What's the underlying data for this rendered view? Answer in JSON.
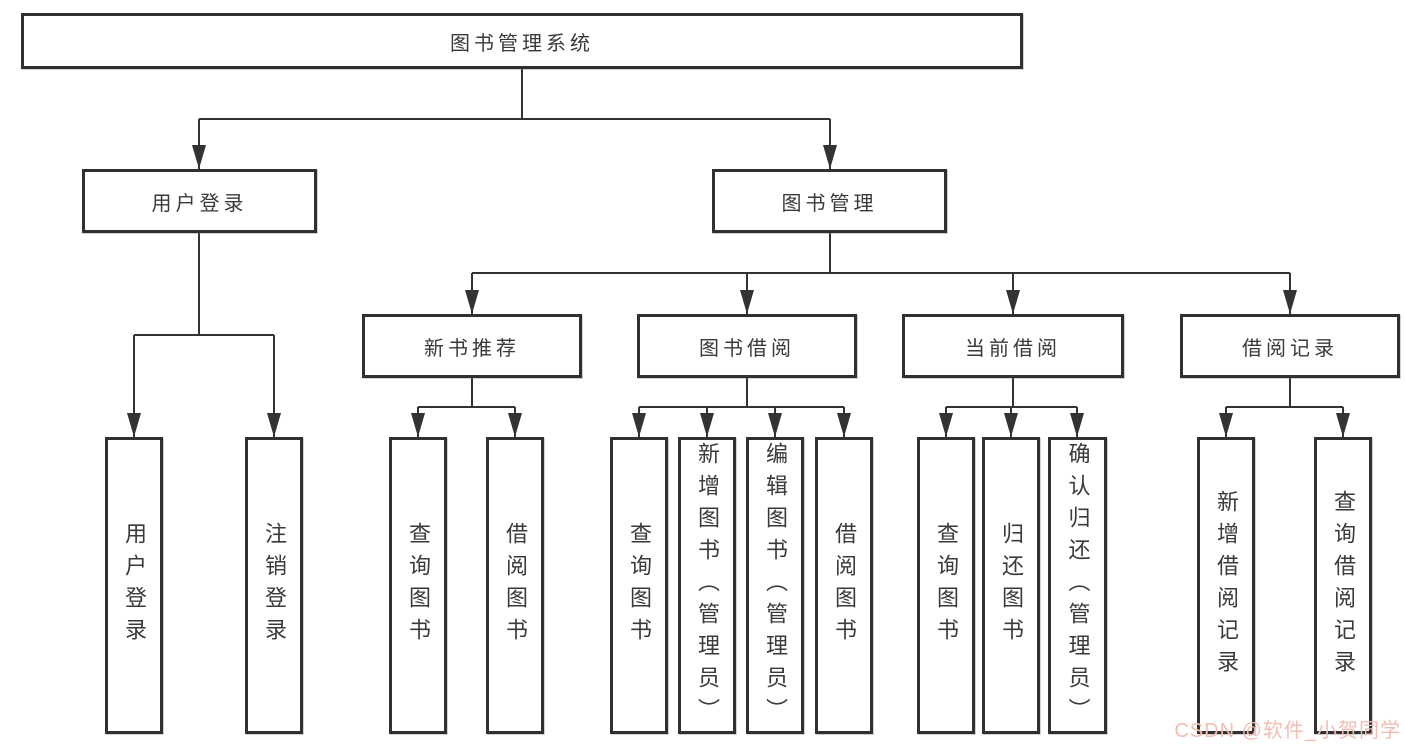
{
  "nodes": {
    "root": "图书管理系统",
    "l2": [
      "用户登录",
      "图书管理"
    ],
    "l3": [
      "新书推荐",
      "图书借阅",
      "当前借阅",
      "借阅记录"
    ],
    "leaves_login": [
      "用户登录",
      "注销登录"
    ],
    "leaves_newbook": [
      "查询图书",
      "借阅图书"
    ],
    "leaves_borrow": [
      "查询图书",
      "新增图书（管理员）",
      "编辑图书（管理员）",
      "借阅图书"
    ],
    "leaves_current": [
      "查询图书",
      "归还图书",
      "确认归还（管理员）"
    ],
    "leaves_records": [
      "新增借阅记录",
      "查询借阅记录"
    ]
  },
  "watermark": "CSDN @软件_小贺同学",
  "colors": {
    "line": "#333333",
    "border": "#303030",
    "text": "#3a3a3a",
    "watermark": "#f4bdb1",
    "background": "#ffffff"
  }
}
